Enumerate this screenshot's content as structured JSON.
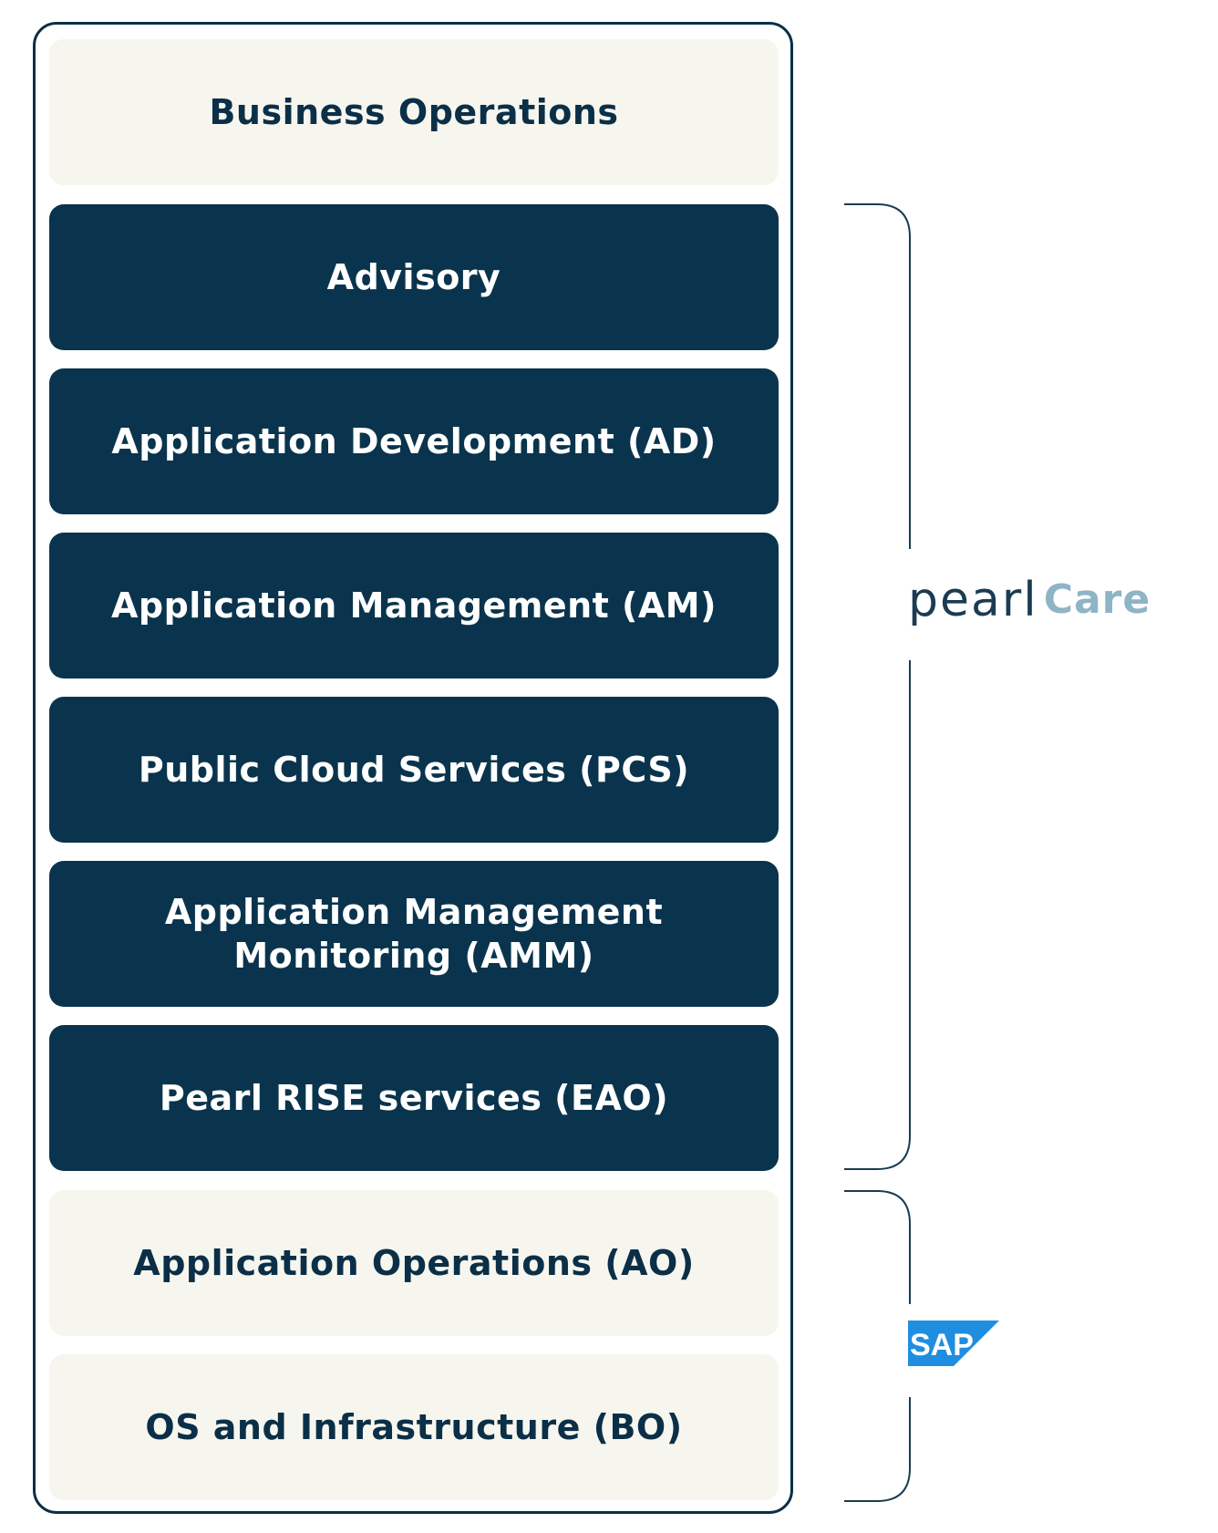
{
  "layers": [
    {
      "label": "Business Operations",
      "style": "light"
    },
    {
      "label": "Advisory",
      "style": "dark"
    },
    {
      "label": "Application Development (AD)",
      "style": "dark"
    },
    {
      "label": "Application Management (AM)",
      "style": "dark"
    },
    {
      "label": "Public Cloud Services (PCS)",
      "style": "dark"
    },
    {
      "label": "Application Management\nMonitoring (AMM)",
      "style": "dark"
    },
    {
      "label": "Pearl RISE services (EAO)",
      "style": "dark"
    },
    {
      "label": "Application Operations (AO)",
      "style": "light"
    },
    {
      "label": "OS and Infrastructure (BO)",
      "style": "light"
    }
  ],
  "logos": {
    "pearl_care": {
      "pearl": "pearl",
      "care": "Care"
    },
    "sap": {
      "text": "SAP"
    }
  },
  "colors": {
    "dark_navy": "#0a344d",
    "light_cream": "#f6f6ef",
    "border": "#0b2f47",
    "care_blue": "#8eb4c6",
    "sap_blue": "#1f8ee0"
  }
}
